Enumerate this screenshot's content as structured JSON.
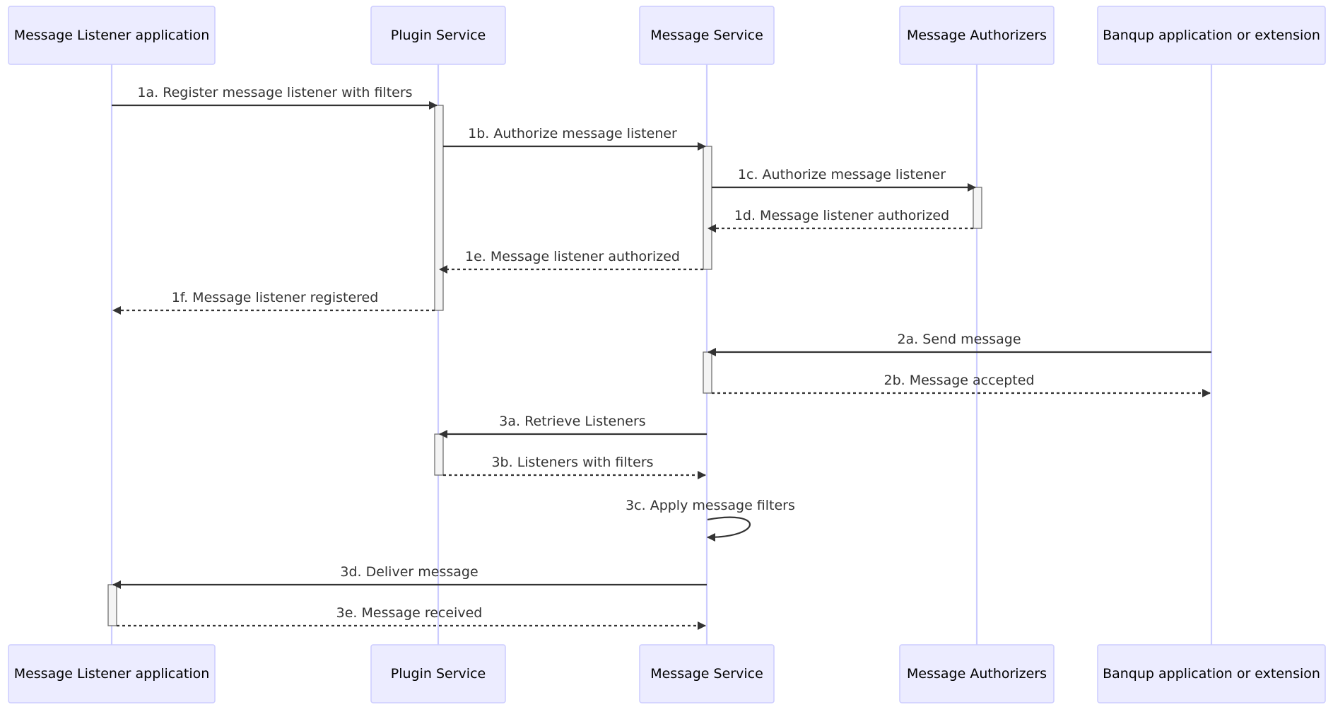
{
  "actors": [
    {
      "id": "listener",
      "label": "Message Listener application"
    },
    {
      "id": "plugin",
      "label": "Plugin Service"
    },
    {
      "id": "message",
      "label": "Message Service"
    },
    {
      "id": "authorizers",
      "label": "Message Authorizers"
    },
    {
      "id": "banqup",
      "label": "Banqup application or extension"
    }
  ],
  "messages": [
    {
      "label": "1a. Register message listener with filters",
      "from": "listener",
      "to": "plugin",
      "style": "solid"
    },
    {
      "label": "1b. Authorize message listener",
      "from": "plugin",
      "to": "message",
      "style": "solid"
    },
    {
      "label": "1c. Authorize message listener",
      "from": "message",
      "to": "authorizers",
      "style": "solid"
    },
    {
      "label": "1d. Message listener authorized",
      "from": "authorizers",
      "to": "message",
      "style": "dashed"
    },
    {
      "label": "1e. Message listener authorized",
      "from": "message",
      "to": "plugin",
      "style": "dashed"
    },
    {
      "label": "1f. Message listener registered",
      "from": "plugin",
      "to": "listener",
      "style": "dashed"
    },
    {
      "label": "2a. Send message",
      "from": "banqup",
      "to": "message",
      "style": "solid"
    },
    {
      "label": "2b. Message accepted",
      "from": "message",
      "to": "banqup",
      "style": "dashed"
    },
    {
      "label": "3a. Retrieve Listeners",
      "from": "message",
      "to": "plugin",
      "style": "solid"
    },
    {
      "label": "3b. Listeners with filters",
      "from": "plugin",
      "to": "message",
      "style": "dashed"
    },
    {
      "label": "3c. Apply message filters",
      "from": "message",
      "to": "message",
      "style": "solid"
    },
    {
      "label": "3d. Deliver message",
      "from": "message",
      "to": "listener",
      "style": "solid"
    },
    {
      "label": "3e. Message received",
      "from": "listener",
      "to": "message",
      "style": "dashed"
    }
  ],
  "colors": {
    "actor_fill": "#ECECFF",
    "actor_border": "#CCCCFF",
    "lifeline": "#CCCCFF",
    "arrow": "#333333",
    "activation_fill": "#F4F4F4"
  }
}
